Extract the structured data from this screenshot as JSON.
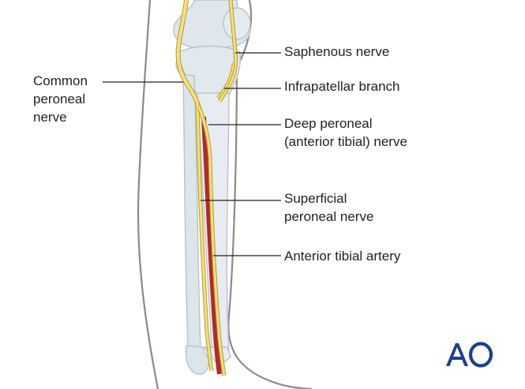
{
  "diagram": {
    "labels": {
      "common_peroneal_nerve": "Common\nperoneal\nnerve",
      "saphenous_nerve": "Saphenous nerve",
      "infrapatellar_branch": "Infrapatellar branch",
      "deep_peroneal_nerve": "Deep peroneal\n(anterior tibial) nerve",
      "superficial_peroneal_nerve": "Superficial\nperoneal nerve",
      "anterior_tibial_artery": "Anterior tibial artery"
    },
    "colors": {
      "skin_outline": "#8a8a8a",
      "bone_fill": "#dfe6ec",
      "bone_stroke": "#b7c3cc",
      "nerve_fill": "#f3e27a",
      "nerve_stroke": "#b79a2c",
      "artery_fill": "#b3282d",
      "leader_line": "#222222",
      "logo": "#1c3f94"
    }
  },
  "logo": {
    "text": "AO",
    "icon": "ao-logo-icon"
  }
}
